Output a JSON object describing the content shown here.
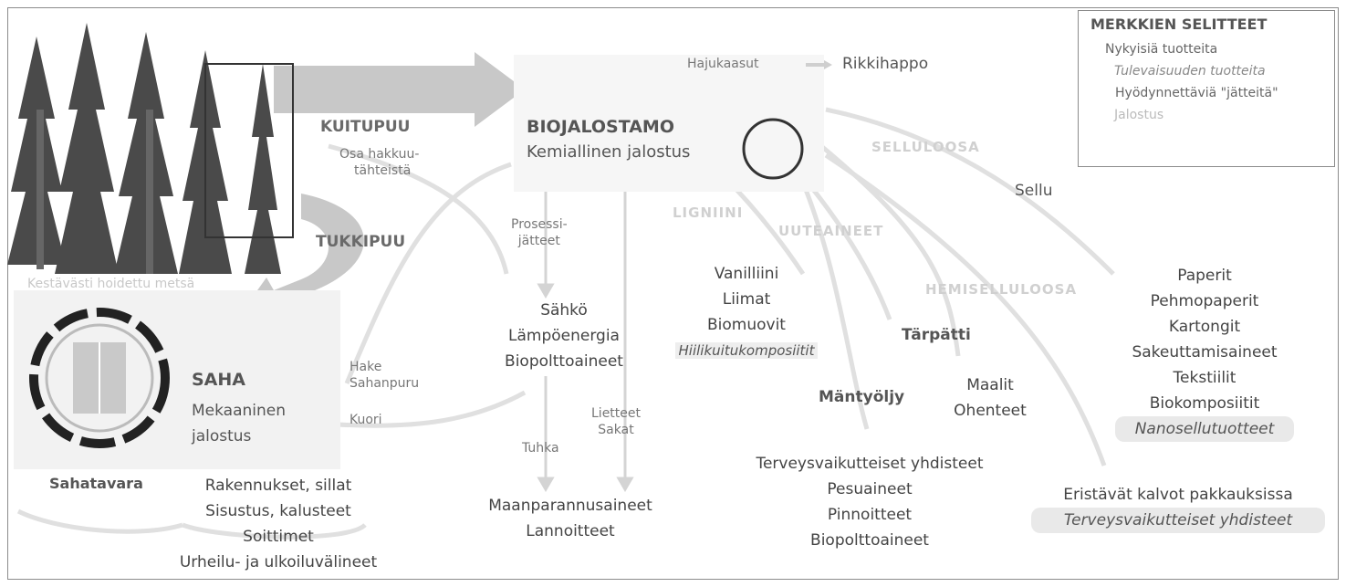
{
  "forest": {
    "caption": "Kestävästi hoidettu metsä",
    "pulpwood": "KUITUPUU",
    "logs": "TUKKIPUU",
    "logging_residue": [
      "Osa hakkuu-",
      "tähteistä"
    ]
  },
  "biorefinery": {
    "title": "BIOJALOSTAMO",
    "subtitle": "Kemiallinen jalostus"
  },
  "odour_gases": {
    "label": "Hajukaasut",
    "product": "Rikkihappo"
  },
  "streams": {
    "cellulose": "SELLULOOSA",
    "lignin": "LIGNIINI",
    "extractives": "UUTEAINEET",
    "hemicellulose": "HEMISELLULOOSA"
  },
  "pulp": "Sellu",
  "process_waste": [
    "Prosessi-",
    "jätteet"
  ],
  "energy": [
    "Sähkö",
    "Lämpöenergia",
    "Biopolttoaineet"
  ],
  "ash": "Tuhka",
  "sludge": [
    "Lietteet",
    "Sakat"
  ],
  "soil": [
    "Maanparannusaineet",
    "Lannoitteet"
  ],
  "lignin_products": {
    "current": [
      "Vanilliini",
      "Liimat",
      "Biomuovit"
    ],
    "future": "Hiilikuitukomposiitit"
  },
  "turpentine": {
    "label": "Tärpätti",
    "products": [
      "Maalit",
      "Ohenteet"
    ]
  },
  "tall_oil": {
    "label": "Mäntyöljy",
    "products": [
      "Terveysvaikutteiset yhdisteet",
      "Pesuaineet",
      "Pinnoitteet",
      "Biopolttoaineet"
    ]
  },
  "cellulose_products": {
    "current": [
      "Paperit",
      "Pehmopaperit",
      "Kartongit",
      "Sakeuttamisaineet",
      "Tekstiilit",
      "Biokomposiitit"
    ],
    "future": "Nanosellutuotteet"
  },
  "hemicellulose_products": {
    "current": "Eristävät kalvot pakkauksissa",
    "future": "Terveysvaikutteiset yhdisteet"
  },
  "sawmill": {
    "title": "SAHA",
    "subtitle": [
      "Mekaaninen",
      "jalostus"
    ],
    "side_products": [
      "Hake",
      "Sahanpuru"
    ],
    "bark": "Kuori"
  },
  "sawn_timber": {
    "label": "Sahatavara",
    "products": [
      "Rakennukset, sillat",
      "Sisustus, kalusteet",
      "Soittimet",
      "Urheilu- ja ulkoiluvälineet"
    ]
  },
  "legend": {
    "title": "MERKKIEN SELITTEET",
    "items": [
      "Nykyisiä tuotteita",
      "Tulevaisuuden tuotteita",
      "Hyödynnettäviä \"jätteitä\"",
      "Jalostus"
    ]
  },
  "colors": {
    "arrow_grey": "#c8c8c8",
    "light_grey": "#e4e4e4",
    "tree": "#4a4a4a",
    "text": "#444444"
  }
}
